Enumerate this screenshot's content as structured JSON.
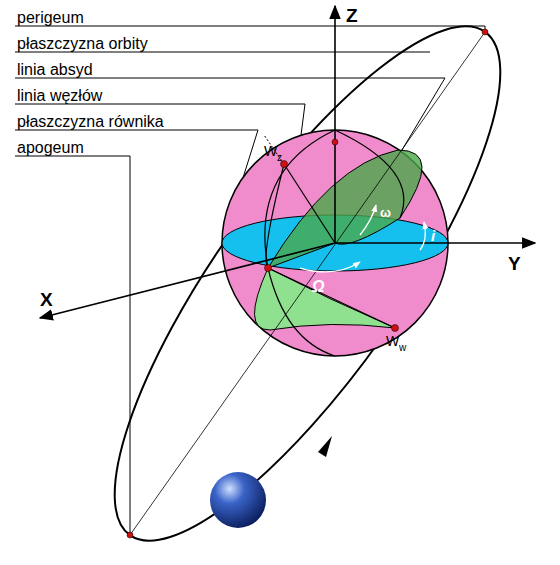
{
  "diagram": {
    "labels": [
      "perigeum",
      "płaszczyzna orbity",
      "linia absyd",
      "linia węzłów",
      "płaszczyzna równika",
      "apogeum",
      "Z",
      "Y",
      "X",
      "W",
      "z",
      "W",
      "w",
      "ω",
      "i",
      "Ω"
    ]
  }
}
